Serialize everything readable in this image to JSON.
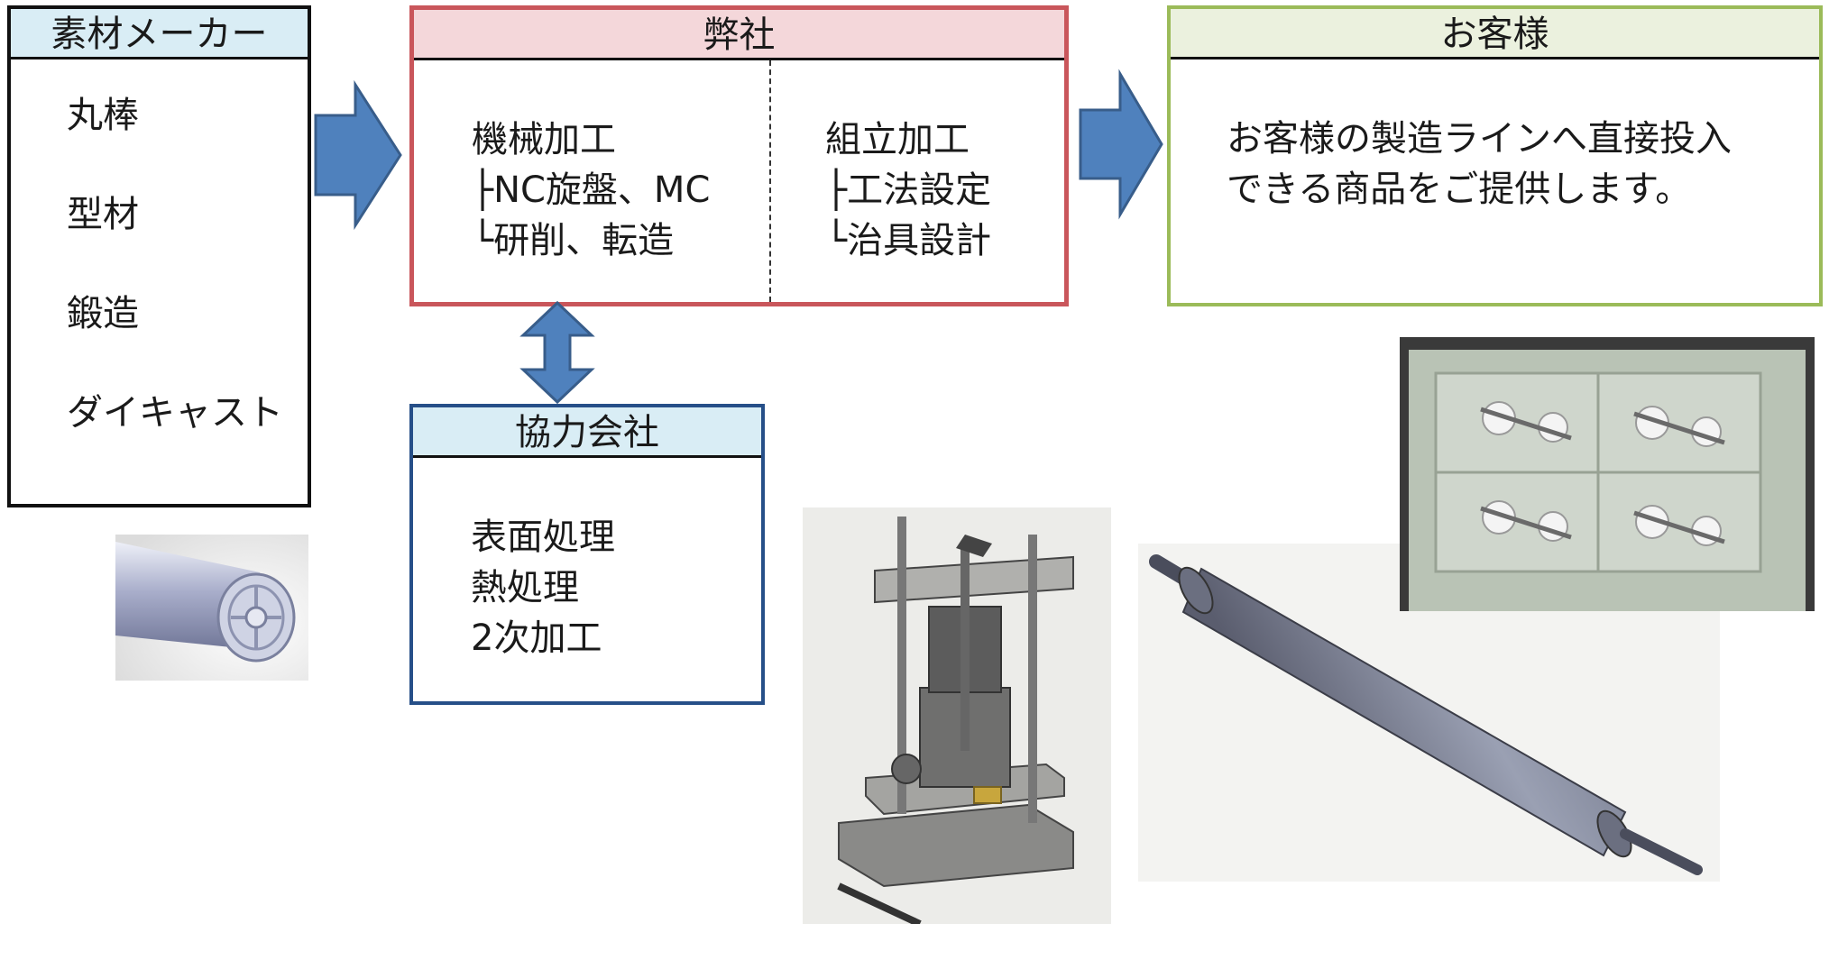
{
  "supplier": {
    "title": "素材メーカー",
    "items": [
      "丸棒",
      "型材",
      "鍛造",
      "ダイキャスト"
    ]
  },
  "company": {
    "title": "弊社",
    "machining": {
      "title": "機械加工",
      "lines": [
        "├NC旋盤、MC",
        "└研削、転造"
      ]
    },
    "assembly": {
      "title": "組立加工",
      "lines": [
        "├工法設定",
        "└治具設計"
      ]
    }
  },
  "customer": {
    "title": "お客様",
    "text_lines": [
      "お客様の製造ラインへ直接投入",
      "できる商品をご提供します。"
    ]
  },
  "partner": {
    "title": "協力会社",
    "items": [
      "表面処理",
      "熱処理",
      "2次加工"
    ]
  },
  "colors": {
    "arrow": "#4f81bd",
    "arrow_border": "#385d8a",
    "company_border": "#c9565b",
    "customer_border": "#9bbb59",
    "partner_border": "#264f88"
  }
}
